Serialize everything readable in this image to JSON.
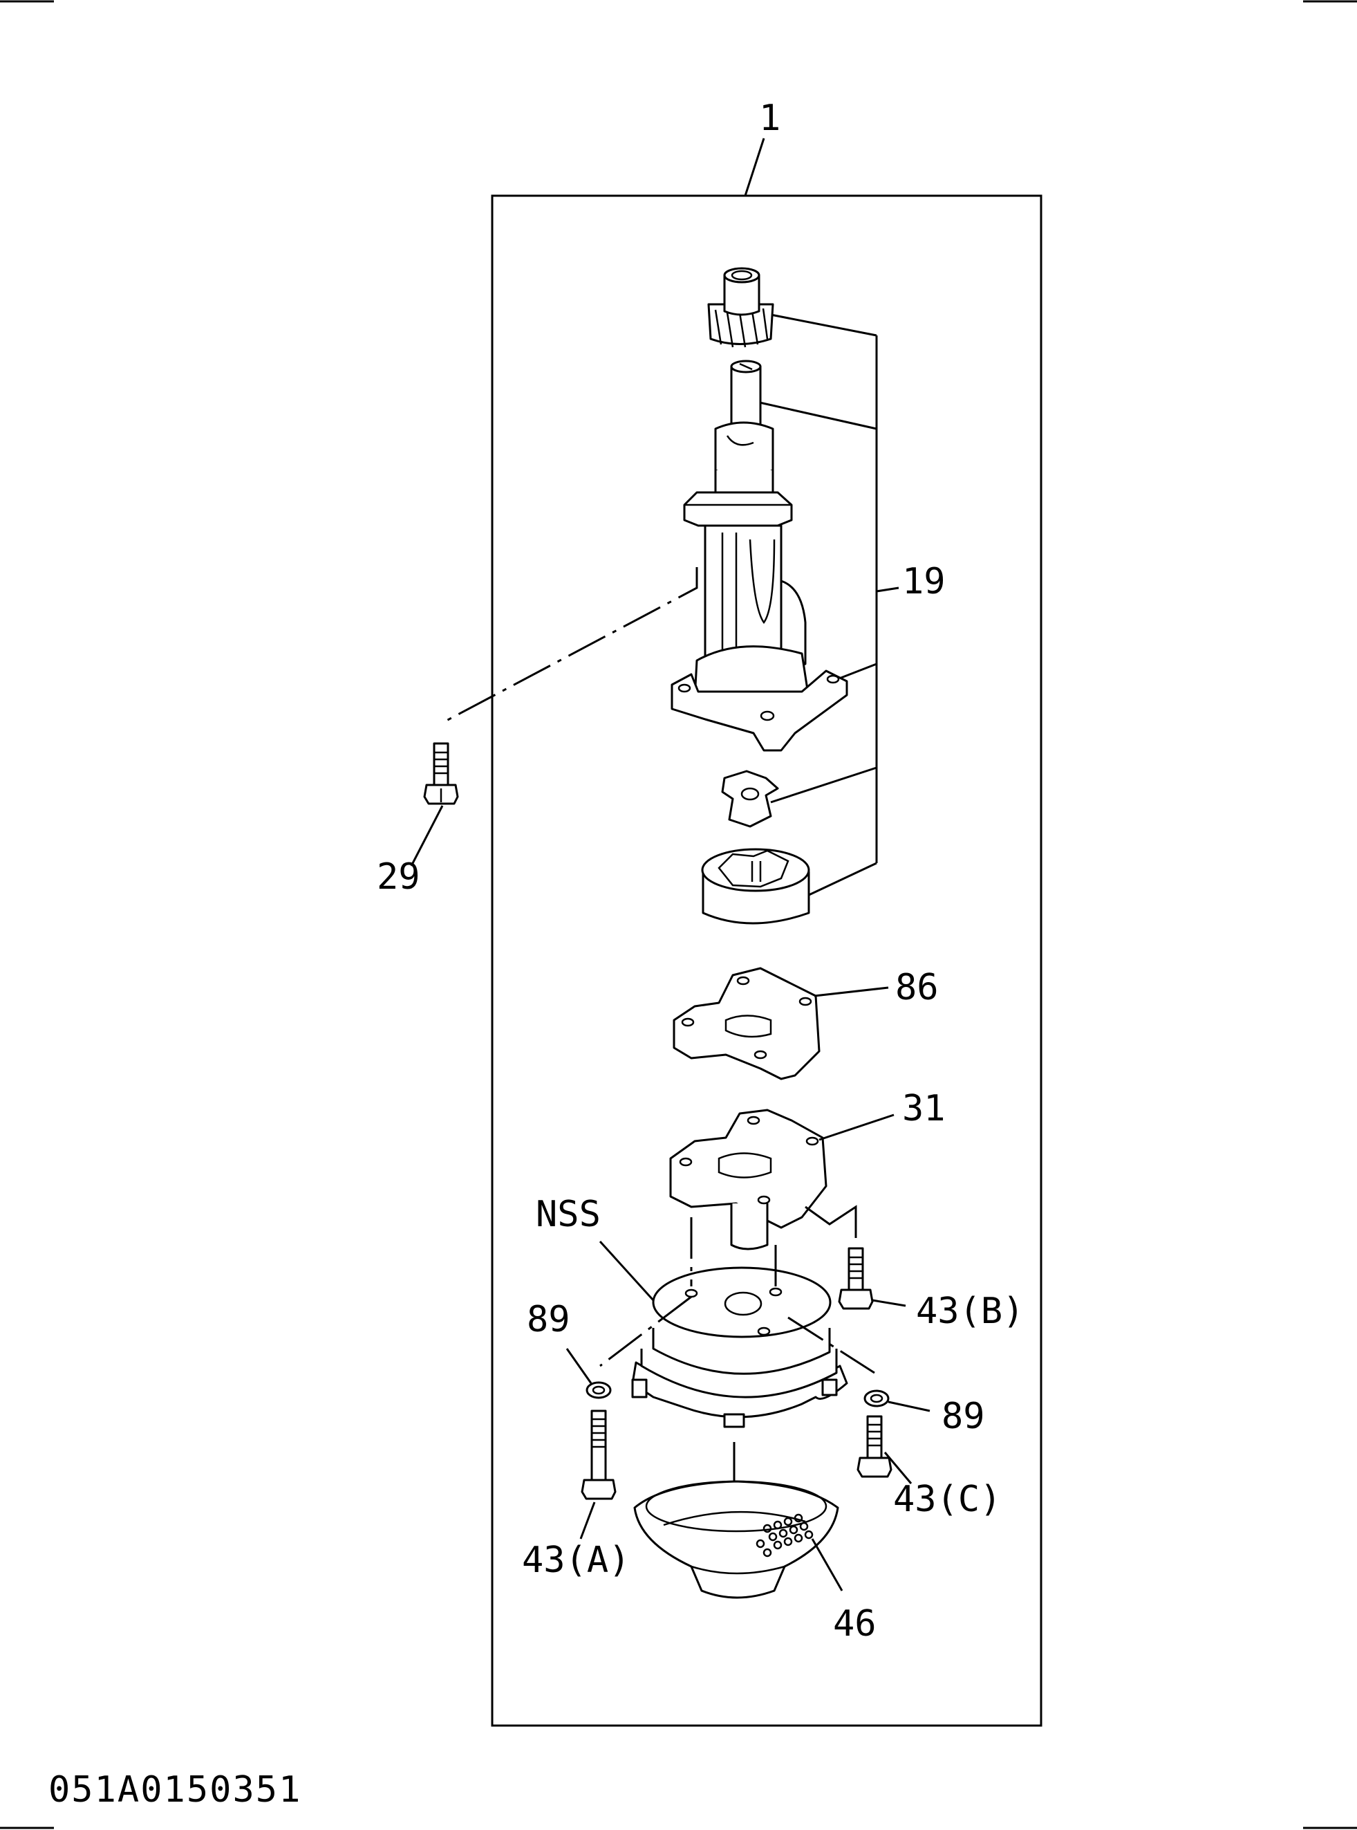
{
  "labels": {
    "assembly": "1",
    "pump_group": "19",
    "bolt_29": "29",
    "plate_86": "86",
    "plate_31": "31",
    "nss": "NSS",
    "bolt_43b": "43(B)",
    "washer_89_left": "89",
    "washer_89_right": "89",
    "bolt_43c": "43(C)",
    "bolt_43a": "43(A)",
    "strainer_46": "46"
  },
  "drawing_code": "051A0150351"
}
